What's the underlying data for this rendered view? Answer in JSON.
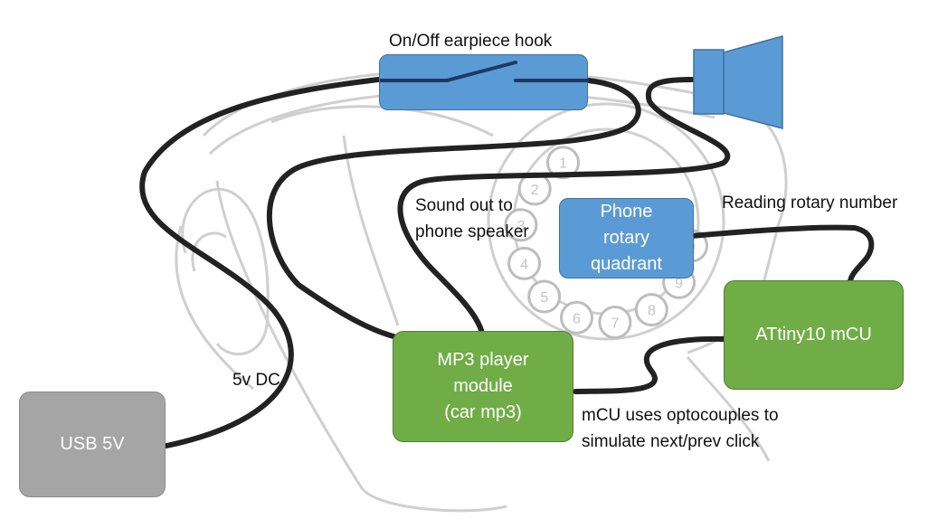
{
  "components": {
    "hook": "On/Off earpiece hook",
    "rotary": [
      "Phone",
      "rotary",
      "quadrant"
    ],
    "mp3": [
      "MP3 player",
      "module",
      "(car mp3)"
    ],
    "mcu": "ATtiny10 mCU",
    "usb": "USB 5V"
  },
  "labels": {
    "sound_out": [
      "Sound out to",
      "phone speaker"
    ],
    "reading": "Reading rotary number",
    "power": "5v DC",
    "opto": [
      "mCU uses optocouples to",
      "simulate next/prev click"
    ]
  },
  "dial_digits": [
    "1",
    "2",
    "3",
    "4",
    "5",
    "6",
    "7",
    "8",
    "9",
    "0"
  ],
  "colors": {
    "blue": "#5b9bd5",
    "green": "#70ad47",
    "gray": "#a5a5a5",
    "wire": "#222222",
    "sketch": "#c9c9c9"
  }
}
